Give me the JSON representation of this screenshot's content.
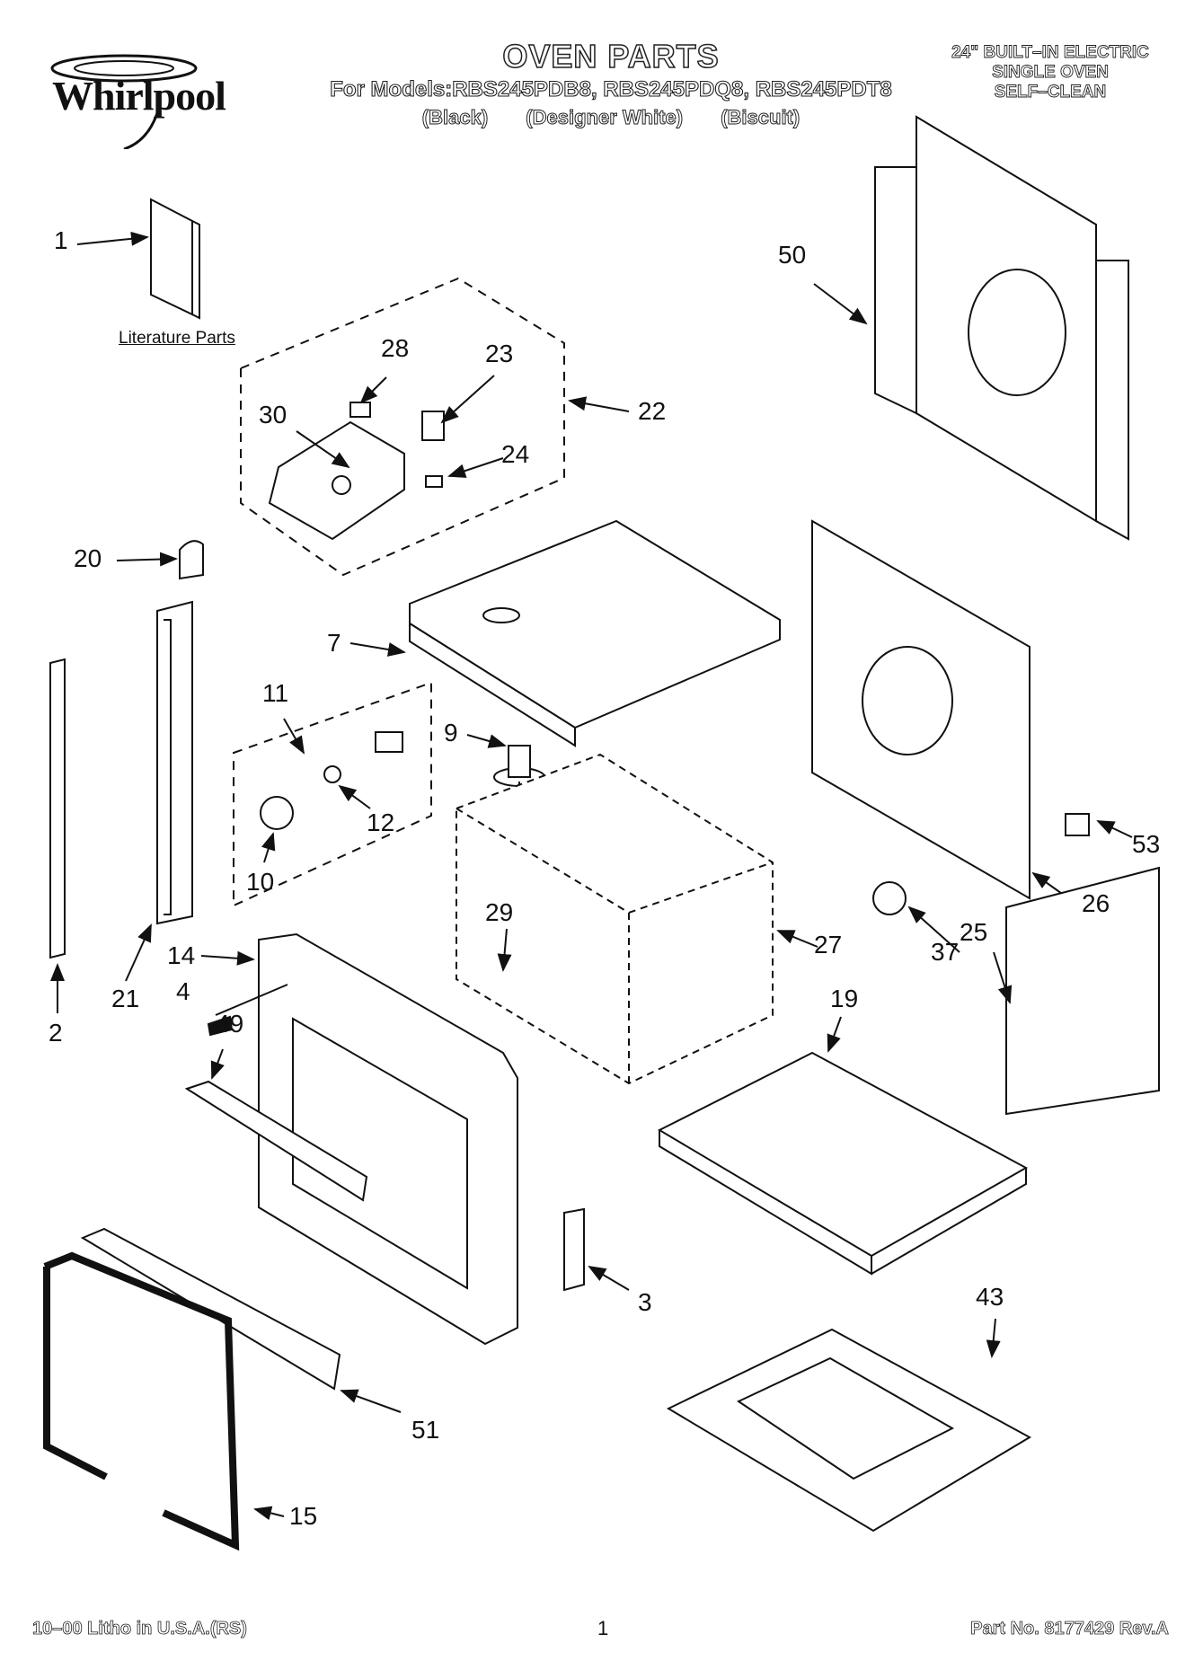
{
  "brand": "Whirlpool",
  "header": {
    "title": "OVEN PARTS",
    "models": "For Models:RBS245PDB8, RBS245PDQ8, RBS245PDT8",
    "colors": [
      "(Black)",
      "(Designer White)",
      "(Biscuit)"
    ],
    "product_lines": [
      "24\" BUILT–IN ELECTRIC",
      "SINGLE OVEN",
      "SELF–CLEAN"
    ]
  },
  "literature_label": "Literature Parts",
  "callouts": {
    "c1": "1",
    "c2": "2",
    "c3": "3",
    "c4": "4",
    "c7": "7",
    "c9": "9",
    "c10": "10",
    "c11": "11",
    "c12": "12",
    "c14": "14",
    "c15": "15",
    "c19": "19",
    "c20": "20",
    "c21": "21",
    "c22": "22",
    "c23": "23",
    "c24": "24",
    "c25": "25",
    "c26": "26",
    "c27": "27",
    "c28": "28",
    "c29": "29",
    "c30": "30",
    "c37": "37",
    "c43": "43",
    "c49": "49",
    "c50": "50",
    "c51": "51",
    "c53": "53"
  },
  "footer": {
    "litho": "10–00 Litho in U.S.A.(RS)",
    "page": "1",
    "part_no": "Part No. 8177429 Rev.A"
  }
}
